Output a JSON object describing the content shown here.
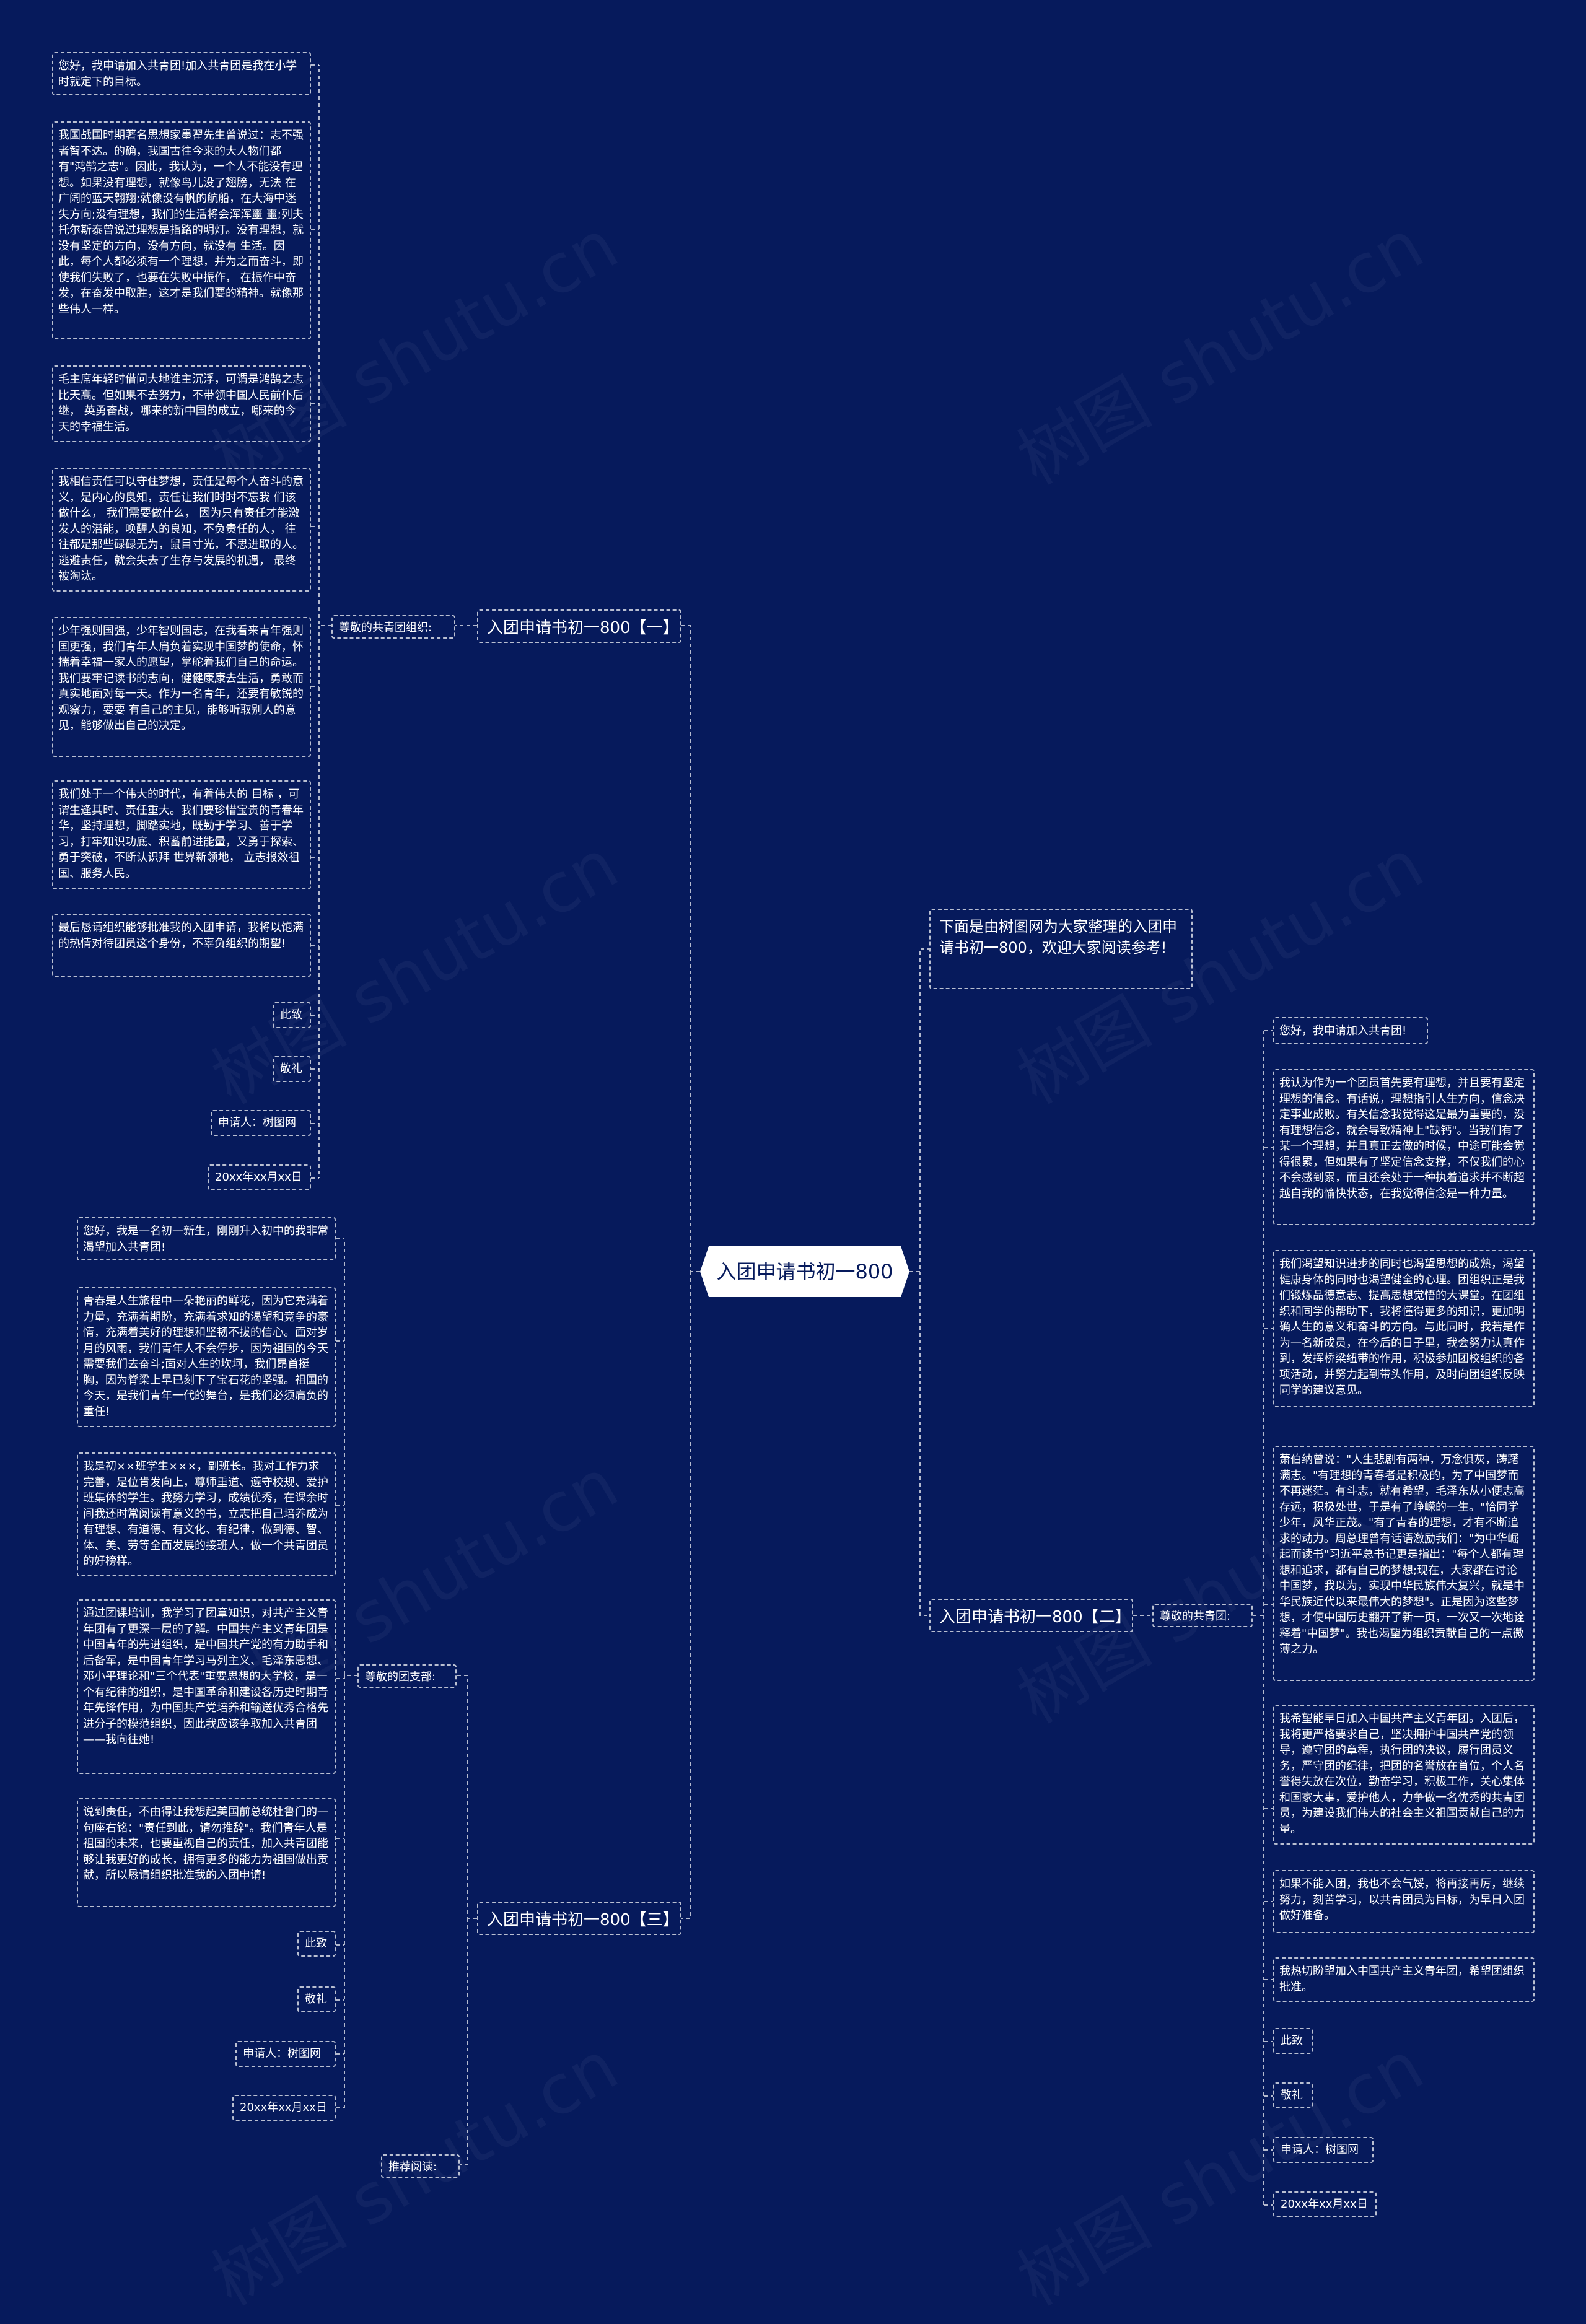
{
  "root": "入团申请书初一800",
  "watermark": "树图 shutu.cn",
  "intro": "下面是由树图网为大家整理的入团申请书初一800，欢迎大家阅读参考!",
  "branch1": {
    "title": "入团申请书初一800【一】",
    "salutation": "尊敬的共青团组织:",
    "paragraphs": [
      "您好，我申请加入共青团!加入共青团是我在小学时就定下的目标。",
      "我国战国时期著名思想家墨翟先生曾说过：志不强者智不达。的确，我国古往今来的大人物们都 有\"鸿鹄之志\"。因此，我认为，一个人不能没有理想。如果没有理想，就像鸟儿没了翅膀，无法 在广阔的蓝天翱翔;就像没有帆的航船，在大海中迷失方向;没有理想，我们的生活将会浑浑噩 噩;列夫托尔斯泰曾说过理想是指路的明灯。没有理想，就没有坚定的方向，没有方向，就没有 生活。因此，每个人都必须有一个理想，并为之而奋斗，即使我们失败了，也要在失败中振作， 在振作中奋发，在奋发中取胜，这才是我们要的精神。就像那些伟人一样。",
      "毛主席年轻时借问大地谁主沉浮，可谓是鸿鹄之志比天高。但如果不去努力，不带领中国人民前仆后继， 英勇奋战，哪来的新中国的成立，哪来的今天的幸福生活。",
      "我相信责任可以守住梦想，责任是每个人奋斗的意义，是内心的良知，责任让我们时时不忘我 们该做什么， 我们需要做什么， 因为只有责任才能激发人的潜能，唤醒人的良知，不负责任的人， 往往都是那些碌碌无为，鼠目寸光，不思进取的人。逃避责任，就会失去了生存与发展的机遇， 最终被淘汰。",
      "少年强则国强，少年智则国志，在我看来青年强则国更强，我们青年人肩负着实现中国梦的使命，怀揣着幸福一家人的愿望，掌舵着我们自己的命运。我们要牢记读书的志向，健健康康去生活，勇敢而真实地面对每一天。作为一名青年，还要有敏锐的观察力，要要 有自己的主见，能够听取别人的意见，能够做出自己的决定。",
      "我们处于一个伟大的时代，有着伟大的 目标 ，可谓生逢其时、责任重大。我们要珍惜宝贵的青春年 华，坚持理想，脚踏实地，既勤于学习、善于学习，打牢知识功底、积蓄前进能量，又勇于探索、勇于突破，不断认识拜 世界新领地， 立志报效祖国、服务人民。",
      "最后恳请组织能够批准我的入团申请，我将以饱满的热情对待团员这个身份，不辜负组织的期望!",
      "此致",
      "敬礼",
      "申请人：树图网",
      "20xx年xx月xx日"
    ]
  },
  "branch2": {
    "title": "入团申请书初一800【二】",
    "salutation": "尊敬的共青团:",
    "paragraphs": [
      "您好，我申请加入共青团!",
      "我认为作为一个团员首先要有理想，并且要有坚定理想的信念。有话说，理想指引人生方向，信念决定事业成败。有关信念我觉得这是最为重要的，没有理想信念，就会导致精神上\"缺钙\"。当我们有了某一个理想，并且真正去做的时候，中途可能会觉得很累，但如果有了坚定信念支撑，不仅我们的心不会感到累，而且还会处于一种执着追求并不断超越自我的愉快状态，在我觉得信念是一种力量。",
      "我们渴望知识进步的同时也渴望思想的成熟，渴望健康身体的同时也渴望健全的心理。团组织正是我们锻炼品德意志、提高思想觉悟的大课堂。在团组织和同学的帮助下，我将懂得更多的知识，更加明确人生的意义和奋斗的方向。与此同时，我若是作为一名新成员，在今后的日子里，我会努力认真作到，发挥桥梁纽带的作用，积极参加团校组织的各项活动，并努力起到带头作用，及时向团组织反映同学的建议意见。",
      "萧伯纳曾说：\"人生悲剧有两种，万念俱灰，踌躇满志。\"有理想的青春者是积极的，为了中国梦而不再迷茫。有斗志，就有希望，毛泽东从小便志高存远，积极处世，于是有了峥嵘的一生。\"恰同学少年，风华正茂。\"有了青春的理想，才有不断追求的动力。周总理曾有话语激励我们：\"为中华崛起而读书\"习近平总书记更是指出：\"每个人都有理想和追求，都有自己的梦想;现在，大家都在讨论中国梦，我以为，实现中华民族伟大复兴，就是中华民族近代以来最伟大的梦想\"。正是因为这些梦想，才使中国历史翻开了新一页，一次又一次地诠释着\"中国梦\"。我也渴望为组织贡献自己的一点微薄之力。",
      "我希望能早日加入中国共产主义青年团。入团后，我将更严格要求自己，坚决拥护中国共产党的领导，遵守团的章程，执行团的决议，履行团员义务，严守团的纪律，把团的名誉放在首位，个人名誉得失放在次位，勤奋学习，积极工作，关心集体和国家大事，爱护他人，力争做一名优秀的共青团员，为建设我们伟大的社会主义祖国贡献自己的力量。",
      "如果不能入团，我也不会气馁，将再接再厉，继续努力，刻苦学习，以共青团员为目标，为早日入团做好准备。",
      "我热切盼望加入中国共产主义青年团，希望团组织批准。",
      "此致",
      "敬礼",
      "申请人：树图网",
      "20xx年xx月xx日"
    ]
  },
  "branch3": {
    "title": "入团申请书初一800【三】",
    "salutation": "尊敬的团支部:",
    "paragraphs": [
      "您好，我是一名初一新生，刚刚升入初中的我非常渴望加入共青团!",
      "青春是人生旅程中一朵艳丽的鲜花，因为它充满着力量，充满着期盼，充满着求知的渴望和竞争的豪情，充满着美好的理想和坚韧不拔的信心。面对岁月的风雨，我们青年人不会停步，因为祖国的今天需要我们去奋斗;面对人生的坎坷，我们昂首挺胸，因为脊梁上早已刻下了宝石花的坚强。祖国的今天，是我们青年一代的舞台，是我们必须肩负的重任!",
      "我是初××班学生×××，副班长。我对工作力求完善，是位肯发向上，尊师重道、遵守校规、爱护班集体的学生。我努力学习，成绩优秀，在课余时间我还时常阅读有意义的书，立志把自己培养成为有理想、有道德、有文化、有纪律，做到德、智、体、美、劳等全面发展的接班人，做一个共青团员的好榜样。",
      "通过团课培训，我学习了团章知识，对共产主义青年团有了更深一层的了解。中国共产主义青年团是中国青年的先进组织，是中国共产党的有力助手和后备军，是中国青年学习马列主义、毛泽东思想、邓小平理论和\"三个代表\"重要思想的大学校，是一个有纪律的组织，是中国革命和建设各历史时期青年先锋作用，为中国共产党培养和输送优秀合格先进分子的模范组织，因此我应该争取加入共青团——我向往她!",
      "说到责任，不由得让我想起美国前总统杜鲁门的一句座右铭：\"责任到此，请勿推辞\"。我们青年人是祖国的未来，也要重视自己的责任，加入共青团能够让我更好的成长，拥有更多的能力为祖国做出贡献，所以恳请组织批准我的入团申请!",
      "此致",
      "敬礼",
      "申请人：树图网",
      "20xx年xx月xx日"
    ],
    "recommend": "推荐阅读:"
  }
}
